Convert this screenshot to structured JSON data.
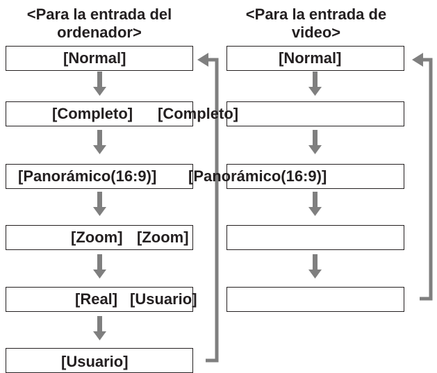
{
  "headers": {
    "computer": [
      "<Para la entrada del",
      "ordenador>"
    ],
    "video": [
      "<Para la entrada de",
      "video>"
    ]
  },
  "labels": {
    "normal_left": "[Normal]",
    "normal_right": "[Normal]",
    "completo_left": "[Completo]",
    "completo_right": "[Completo]",
    "panoramico_left": "[Panorámico(16:9)]",
    "panoramico_right": "[Panorámico(16:9)]",
    "zoom_left": "[Zoom]",
    "zoom_right": "[Zoom]",
    "real_left": "[Real]",
    "usuario_mid": "[Usuario]",
    "usuario_left": "[Usuario]"
  },
  "colors": {
    "arrow": "#7f7f7f",
    "border": "#231f20",
    "text": "#231f20"
  }
}
